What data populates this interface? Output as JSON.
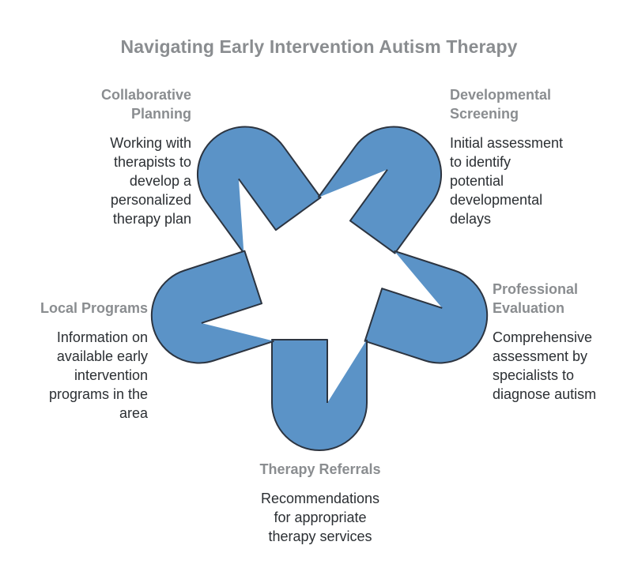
{
  "title": "Navigating Early Intervention Autism Therapy",
  "colors": {
    "knot": "#5b93c7",
    "knot_stroke": "#2c3440",
    "heading": "#8a8d90",
    "text": "#2b2f33"
  },
  "steps": [
    {
      "heading": [
        "Collaborative",
        "Planning"
      ],
      "description": [
        "Working with",
        "therapists to",
        "develop a",
        "personalized",
        "therapy plan"
      ]
    },
    {
      "heading": [
        "Developmental",
        "Screening"
      ],
      "description": [
        "Initial assessment",
        "to identify",
        "potential",
        "developmental",
        "delays"
      ]
    },
    {
      "heading": [
        "Professional",
        "Evaluation"
      ],
      "description": [
        "Comprehensive",
        "assessment by",
        "specialists to",
        "diagnose autism"
      ]
    },
    {
      "heading": [
        "Local Programs"
      ],
      "description": [
        "Information on",
        "available early",
        "intervention",
        "programs in the",
        "area"
      ]
    },
    {
      "heading": [
        "Therapy Referrals"
      ],
      "description": [
        "Recommendations",
        "for appropriate",
        "therapy services"
      ]
    }
  ]
}
